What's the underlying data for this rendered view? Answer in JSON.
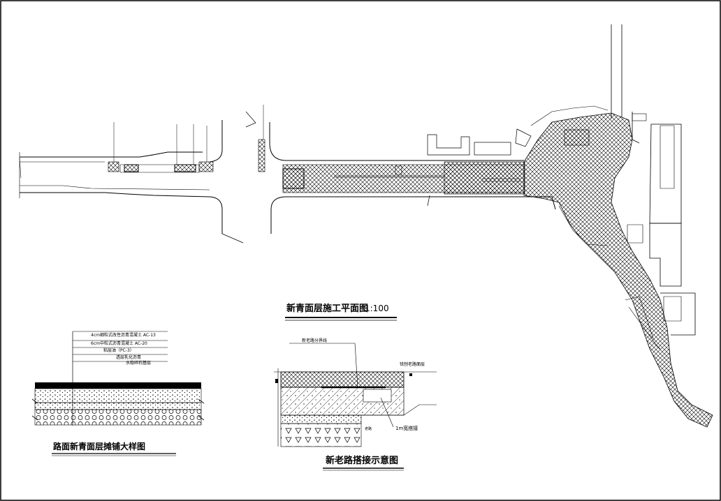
{
  "drawing": {
    "plan_title": "新青面层施工平面图",
    "plan_scale": "1:100",
    "section_title": "路面新青面层摊铺大样图",
    "joint_title": "新老路搭接示意图",
    "layer_labels": [
      "4cm细粒式改性沥青混凝土 AC-13",
      "6cm中粒式沥青混凝土 AC-20",
      "粘层油（PC-3）",
      "透层乳化沥青",
      "水稳碎石基层"
    ],
    "joint_labels": {
      "milling": "新老路分界线",
      "right_top": "铣刨老路面层",
      "right_bottom": "1m宽搭接",
      "old_road": "老路"
    }
  }
}
